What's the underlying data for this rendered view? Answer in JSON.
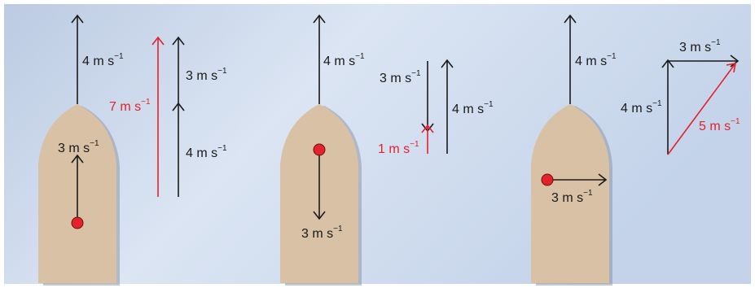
{
  "colors": {
    "background_left": "#bccbe3",
    "background_mid": "#dbe5f3",
    "background_right": "#c4d3ea",
    "hull": "#d8c1a4",
    "hull_shadow": "#7f8896",
    "arrow": "#1a1a1a",
    "resultant": "#e3222b",
    "dot": "#e3222b"
  },
  "icons": [
    "boat-hull",
    "person-dot",
    "arrow"
  ],
  "panel1": {
    "boat_velocity": {
      "value": "4",
      "unit": "m s",
      "exp": "−1"
    },
    "person_velocity": {
      "value": "3",
      "unit": "m s",
      "exp": "−1"
    },
    "vector_upper": {
      "value": "3",
      "unit": "m s",
      "exp": "−1"
    },
    "vector_lower": {
      "value": "4",
      "unit": "m s",
      "exp": "−1"
    },
    "resultant": {
      "value": "7",
      "unit": "m s",
      "exp": "−1"
    }
  },
  "panel2": {
    "boat_velocity": {
      "value": "4",
      "unit": "m s",
      "exp": "−1"
    },
    "person_velocity": {
      "value": "3",
      "unit": "m s",
      "exp": "−1"
    },
    "vector_down": {
      "value": "3",
      "unit": "m s",
      "exp": "−1"
    },
    "vector_up": {
      "value": "4",
      "unit": "m s",
      "exp": "−1"
    },
    "resultant": {
      "value": "1",
      "unit": "m s",
      "exp": "−1"
    }
  },
  "panel3": {
    "boat_velocity": {
      "value": "4",
      "unit": "m s",
      "exp": "−1"
    },
    "person_velocity": {
      "value": "3",
      "unit": "m s",
      "exp": "−1"
    },
    "vector_horizontal": {
      "value": "3",
      "unit": "m s",
      "exp": "−1"
    },
    "vector_vertical": {
      "value": "4",
      "unit": "m s",
      "exp": "−1"
    },
    "resultant": {
      "value": "5",
      "unit": "m s",
      "exp": "−1"
    }
  }
}
